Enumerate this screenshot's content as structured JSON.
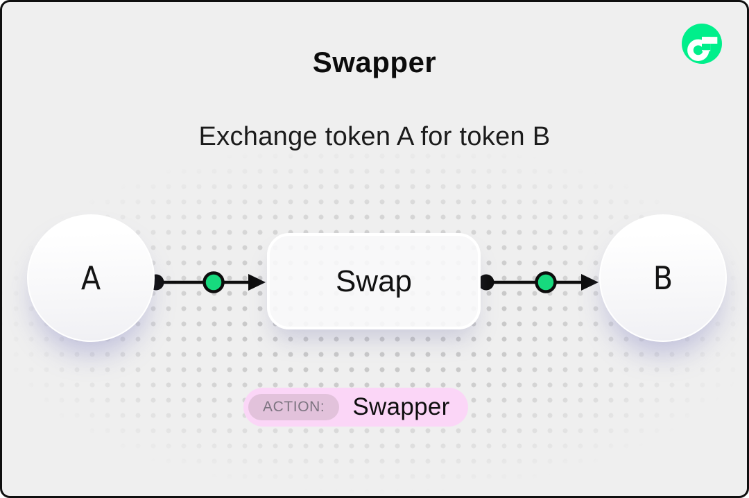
{
  "frame": {
    "bg": "#efefef",
    "border": "#0f0f0f"
  },
  "header": {
    "title": "Swapper",
    "subtitle": "Exchange token A for token B"
  },
  "logo": {
    "name": "flow-logo",
    "green": "#00ef8b"
  },
  "diagram": {
    "source": {
      "label": "A"
    },
    "process": {
      "label": "Swap"
    },
    "target": {
      "label": "B"
    },
    "accent_green": "#17da7e",
    "line_color": "#0d0d0d"
  },
  "badge": {
    "label": "ACTION:",
    "value": "Swapper",
    "bg": "#fbd6f7",
    "label_bg": "#e2c2db",
    "label_color": "#7c7480"
  }
}
